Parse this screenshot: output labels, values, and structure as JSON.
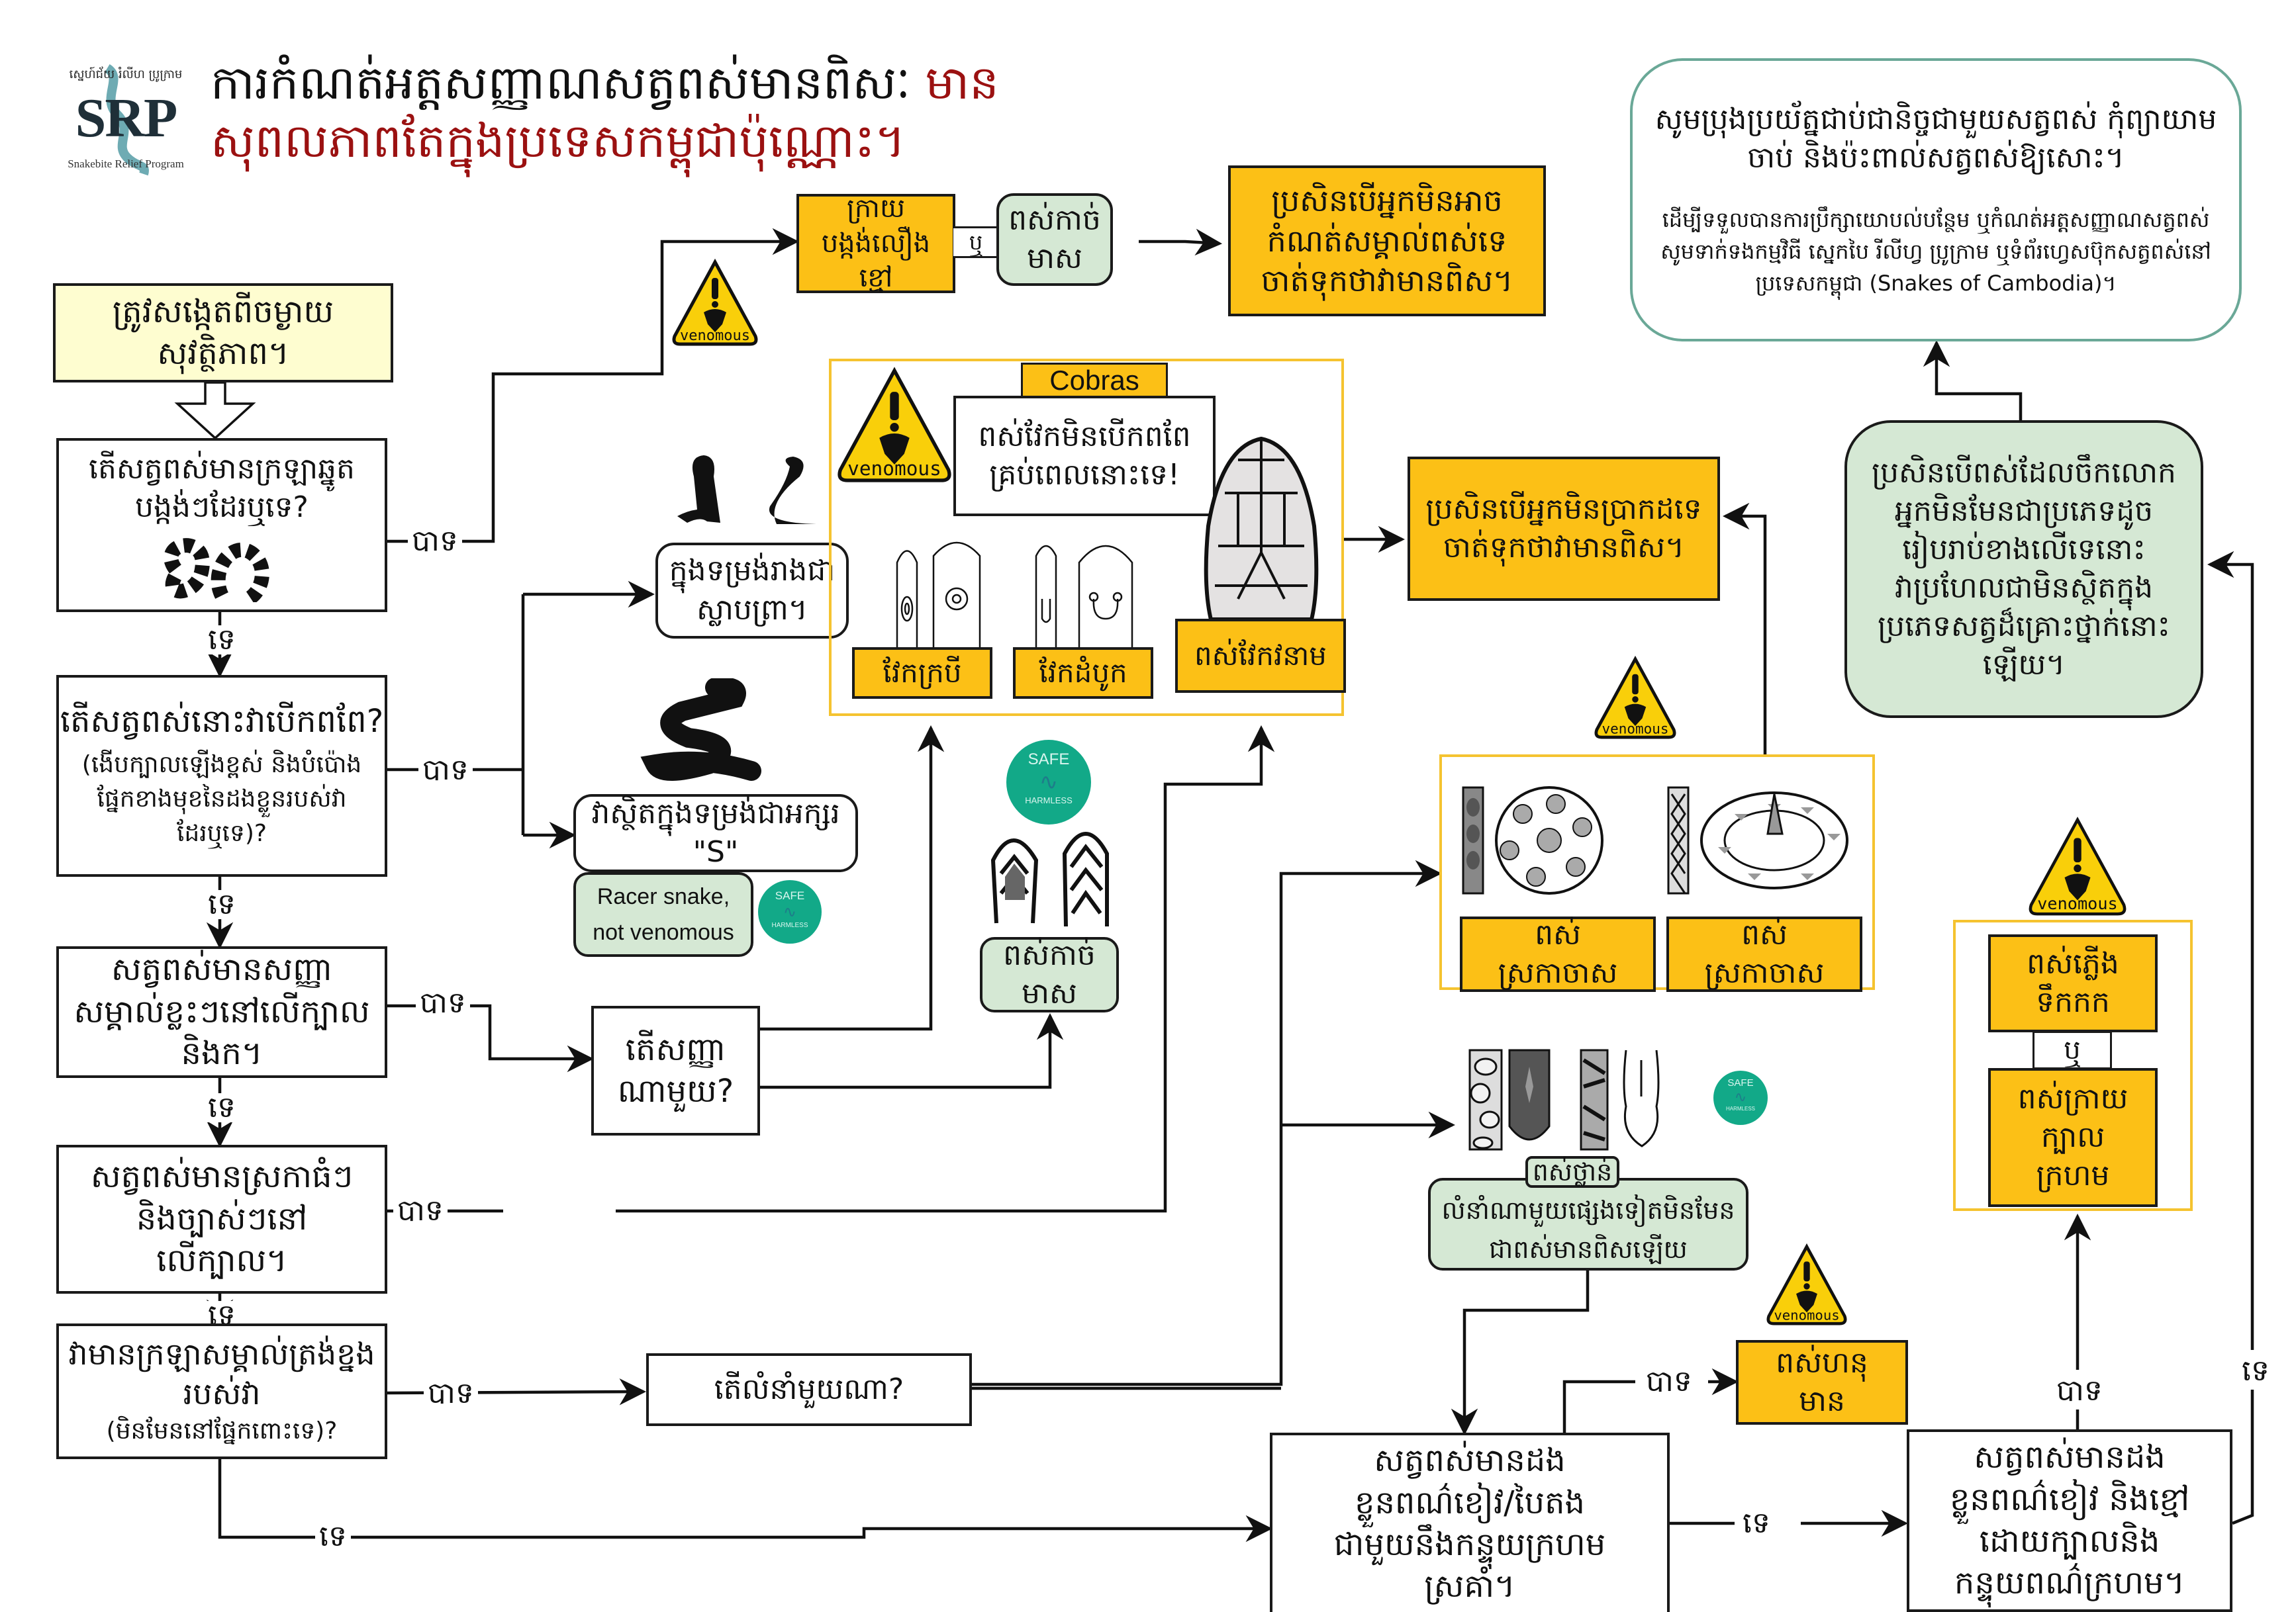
{
  "header": {
    "title_line1": "ការកំណត់អត្តសញ្ញាណសត្វពស់មានពិសៈ",
    "title_line1_red": "មាន",
    "title_line2": "សុពលភាពតែក្នុងប្រទេសកម្ពុជាប៉ុណ្ណោះ។",
    "logo": {
      "letters": "SRP",
      "khmer": "ស្នេហ៍ជ័យ រំលីហ ប្រូក្រាម",
      "english": "Snakebite Relief Program"
    }
  },
  "colors": {
    "amber": "#fcc016",
    "mint": "#d5e8d4",
    "pale_yellow": "#fefdd0",
    "title_red": "#9b1111",
    "safe_green": "#12a988",
    "venom_yellow": "#f9cf0a",
    "frame_yellow": "#f5c330",
    "info_border": "#6aa897"
  },
  "labels": {
    "yes": "បាទ",
    "no": "ទេ",
    "or": "ឬ"
  },
  "start_box": "ត្រូវសង្កេតពីចម្ងាយសុវត្ថិភាព។",
  "questions": [
    {
      "id": "q1",
      "text": "តើសត្វពស់មានក្រឡាឆ្នូតបង្កង់ៗដែរឬទេ?"
    },
    {
      "id": "q2",
      "text": "តើសត្វពស់នោះវាបើកពពែ?",
      "sub": "(ងើបក្បាលឡើងខ្ពស់ និងបំប៉ោងផ្នែកខាងមុខនៃដងខ្លួនរបស់វាដែរឬទេ)?"
    },
    {
      "id": "q3",
      "text": "សត្វពស់មានសញ្ញាសម្គាល់ខ្លះៗនៅលើក្បាលនិងក។"
    },
    {
      "id": "q4",
      "text": "សត្វពស់មានស្រកាធំៗ និងច្បាស់ៗនៅលើក្បាល។"
    },
    {
      "id": "q5",
      "text": "វាមានក្រឡាសម្គាល់ត្រង់ខ្នងរបស់វា",
      "sub": "(មិនមែននៅផ្នែកពោះទេ)?"
    },
    {
      "id": "q6",
      "text": "សត្វពស់មានដងខ្លួនពណ៌ខៀវ/បៃតងជាមួយនឹងកន្ទុយក្រហមស្រគាំ។"
    },
    {
      "id": "q7",
      "text": "សត្វពស់មានដងខ្លួនពណ៌ខៀវ និងខ្មៅ ដោយក្បាលនិងកន្ទុយពណ៌ក្រហម។"
    }
  ],
  "krait": {
    "banded": "ក្រាយបង្កង់លឿងខ្មៅ",
    "golden_tree": "ពស់កាច់មាស",
    "result": "ប្រសិនបើអ្នកមិនអាចកំណត់សម្គាល់ពស់ទេ ចាត់ទុកថាវាមានពិស។"
  },
  "cobra_shapes": {
    "hood_shape": "ក្នុងទម្រង់រាងជាស្លាបព្រា។",
    "s_shape": "វាស្ថិតក្នុងទម្រង់ជាអក្សរ \"S\"",
    "racer_note": "Racer snake, not venomous"
  },
  "cobras": {
    "title": "Cobras",
    "warning": "ពស់វែកមិនបើកពពែគ្រប់ពេលនោះទេ!",
    "monocled": "វែកក្របី",
    "spectacled": "វែកដំបូក",
    "king": "ពស់វែកវនាម"
  },
  "which_mark": "តើសញ្ញាណាមួយ?",
  "golden_tree_2": "ពស់កាច់មាស",
  "unknown_result": "ប្រសិនបើអ្នកមិនប្រាកដទេ ចាត់ទុកថាវាមានពិស។",
  "vipers": {
    "russell": "ពស់ស្រកាចាស",
    "malayan": "ពស់ស្រកាចាស"
  },
  "which_pattern": "តើលំនាំមួយណា?",
  "python": {
    "title": "ពស់ថ្លាន់",
    "text": "លំនាំណាមួយផ្សេងទៀតមិនមែនជាពស់មានពិសឡើយ"
  },
  "pit_viper": "ពស់ហនុមាន",
  "coral": {
    "a": "ពស់ភ្លើងទឹកកក",
    "b": "ពស់ក្រាយក្បាលក្រហម"
  },
  "not_dangerous": "ប្រសិនបើពស់ដែលចឹកលោកអ្នកមិនមែនជាប្រភេទដូចរៀបរាប់ខាងលើទេនោះ វាប្រហែលជាមិនស្ថិតក្នុងប្រភេទសត្វដ៏គ្រោះថ្នាក់នោះឡើយ។",
  "info": {
    "main": "សូមប្រុងប្រយ័ត្នជាប់ជានិច្ចជាមួយសត្វពស់ កុំព្យាយាមចាប់ និងប៉ះពាល់សត្វពស់ឱ្យសោះ។",
    "sub": "ដើម្បីទទួលបានការប្រឹក្សាយោបល់បន្ថែម ឬកំណត់អត្តសញ្ញាណសត្វពស់ សូមទាក់ទងកម្មវិធី ស្នេកបៃ រីលីហ្វ ប្រូក្រាម ឬទំព័រហ្វេសប៊ុកសត្វពស់នៅប្រទេសកម្ពុជា (Snakes of Cambodia)។"
  },
  "badges": {
    "venomous": "venomous",
    "safe_top": "SAFE",
    "safe_bottom": "HARMLESS"
  }
}
